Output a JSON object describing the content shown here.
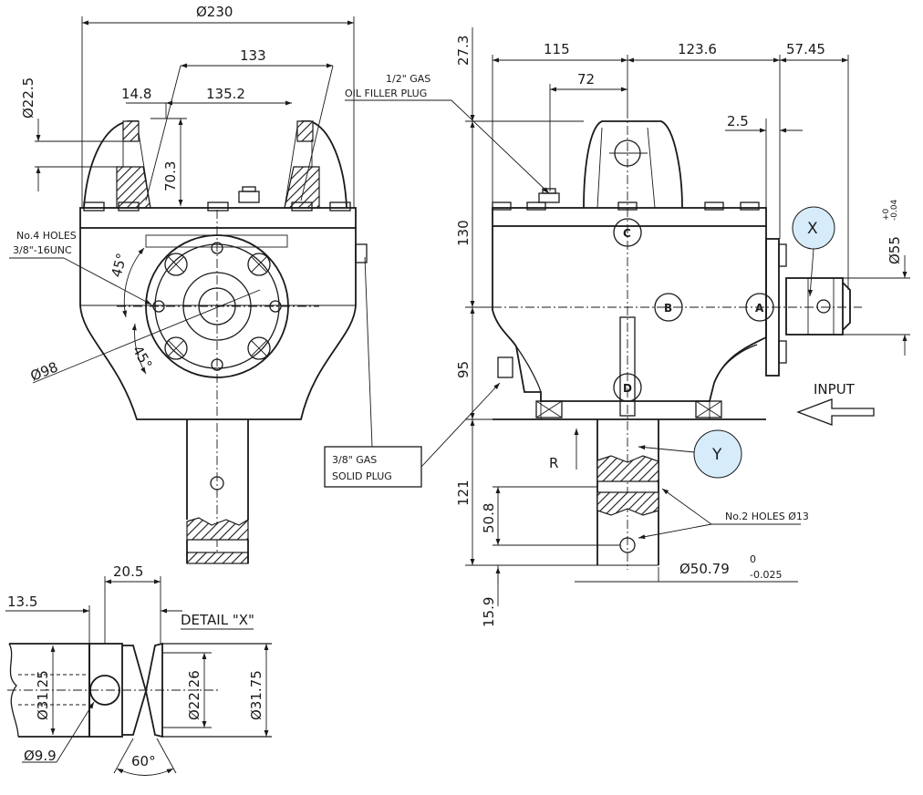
{
  "front_view": {
    "dim_overall_width": "Ø230",
    "dim_133": "133",
    "dim_14_8": "14.8",
    "dim_135_2": "135.2",
    "dim_22_5": "Ø22.5",
    "dim_70_3": "70.3",
    "holes_label_1": "No.4 HOLES",
    "holes_label_2": "3/8\"-16UNC",
    "angle_1": "45°",
    "angle_2": "45°",
    "dim_98": "Ø98"
  },
  "side_view": {
    "dim_27_3": "27.3",
    "dim_115": "115",
    "dim_123_6": "123.6",
    "dim_57_45": "57.45",
    "dim_72": "72",
    "dim_2_5": "2.5",
    "oil_plug_1": "1/2\" GAS",
    "oil_plug_2": "OIL FILLER PLUG",
    "dim_130": "130",
    "dim_95": "95",
    "dim_121": "121",
    "dim_50_8": "50.8",
    "dim_15_9": "15.9",
    "dim_55": "Ø55",
    "tol_55_upper": "+0",
    "tol_55_lower": "-0.04",
    "dim_50_79": "Ø50.79",
    "tol_50_79_upper": "0",
    "tol_50_79_lower": "-0.025",
    "holes_13": "No.2 HOLES Ø13",
    "solid_plug_1": "3/8\" GAS",
    "solid_plug_2": "SOLID PLUG",
    "input_label": "INPUT",
    "rotation_label": "R",
    "label_a": "A",
    "label_b": "B",
    "label_c": "C",
    "label_d": "D",
    "bubble_x": "X",
    "bubble_y": "Y",
    "bubble_color": "#d6ecfa"
  },
  "detail_x": {
    "title": "DETAIL \"X\"",
    "dim_13_5": "13.5",
    "dim_20_5": "20.5",
    "dim_31_25": "Ø31.25",
    "dim_22_26": "Ø22.26",
    "dim_31_75": "Ø31.75",
    "dim_9_9": "Ø9.9",
    "angle_60": "60°"
  }
}
